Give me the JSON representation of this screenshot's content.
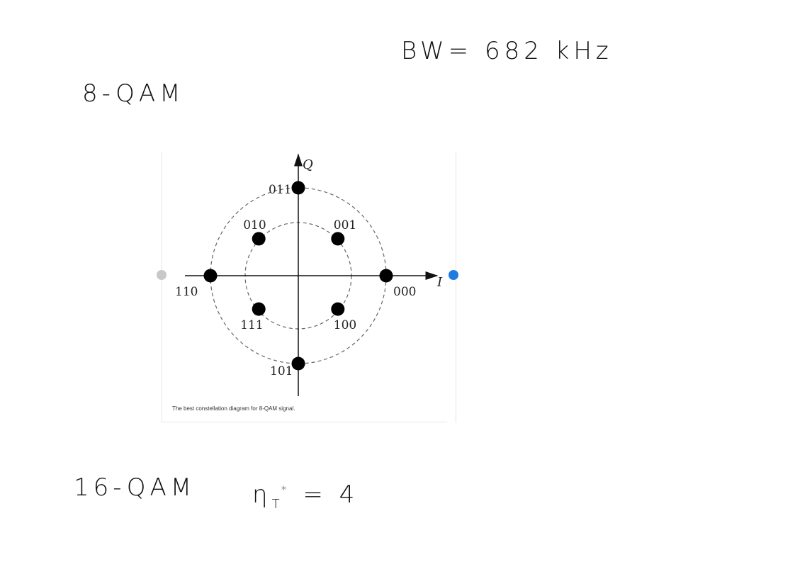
{
  "notes": {
    "title_8qam": "8-QAM",
    "bandwidth": "BW= 682 kHz",
    "title_16qam": "16-QAM",
    "eta_symbol": "η",
    "eta_sub": "T",
    "eta_sup": "*",
    "eta_value": "= 4"
  },
  "figure": {
    "caption": "The best constellation diagram for 8-QAM signal.",
    "axis_i": "I",
    "axis_q": "Q",
    "points": [
      {
        "label": "000",
        "i": 1.0,
        "q": 0.0
      },
      {
        "label": "001",
        "i": 0.45,
        "q": 0.42
      },
      {
        "label": "011",
        "i": 0.0,
        "q": 1.0
      },
      {
        "label": "010",
        "i": -0.45,
        "q": 0.42
      },
      {
        "label": "110",
        "i": -1.0,
        "q": 0.0
      },
      {
        "label": "111",
        "i": -0.45,
        "q": -0.38
      },
      {
        "label": "101",
        "i": 0.0,
        "q": -1.0
      },
      {
        "label": "100",
        "i": 0.45,
        "q": -0.38
      }
    ]
  },
  "colors": {
    "handle_left": "#c8c8c8",
    "handle_right": "#1e7be0"
  }
}
